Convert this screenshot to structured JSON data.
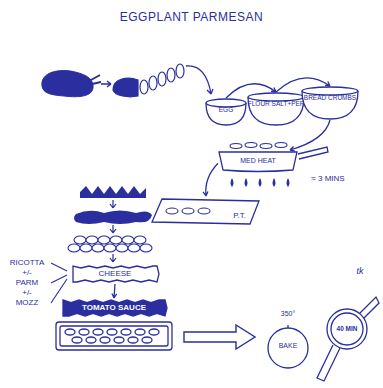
{
  "diagram": {
    "title": "EGGPLANT PARMESAN",
    "nodes": [
      {
        "text": [
          "EGG"
        ]
      },
      {
        "text": [
          "FLOUR SALT+PEP"
        ]
      },
      {
        "text": [
          "BREAD CRUMBS"
        ]
      },
      {
        "text": [
          "MED HEAT"
        ]
      },
      {
        "text": [
          "P.T."
        ]
      },
      {
        "text": [
          "CHEESE"
        ]
      },
      {
        "text": [
          "TOMATO SAUCE"
        ]
      },
      {
        "text": [
          "350°",
          "BAKE"
        ]
      },
      {
        "text": [
          "40 MIN"
        ]
      }
    ],
    "edges": [
      {
        "from": 0,
        "to": 1,
        "arrow": "to"
      },
      {
        "from": 1,
        "to": 2,
        "arrow": "to"
      },
      {
        "from": 2,
        "to": 3,
        "arrow": "to"
      },
      {
        "from": 3,
        "to": 4,
        "arrow": "to"
      },
      {
        "from": 5,
        "to": 6,
        "arrow": "to"
      }
    ],
    "labels": [
      "≈ 3 MINS",
      "RICOTTA +/- PARM +/- MOZZ",
      "tk"
    ]
  }
}
